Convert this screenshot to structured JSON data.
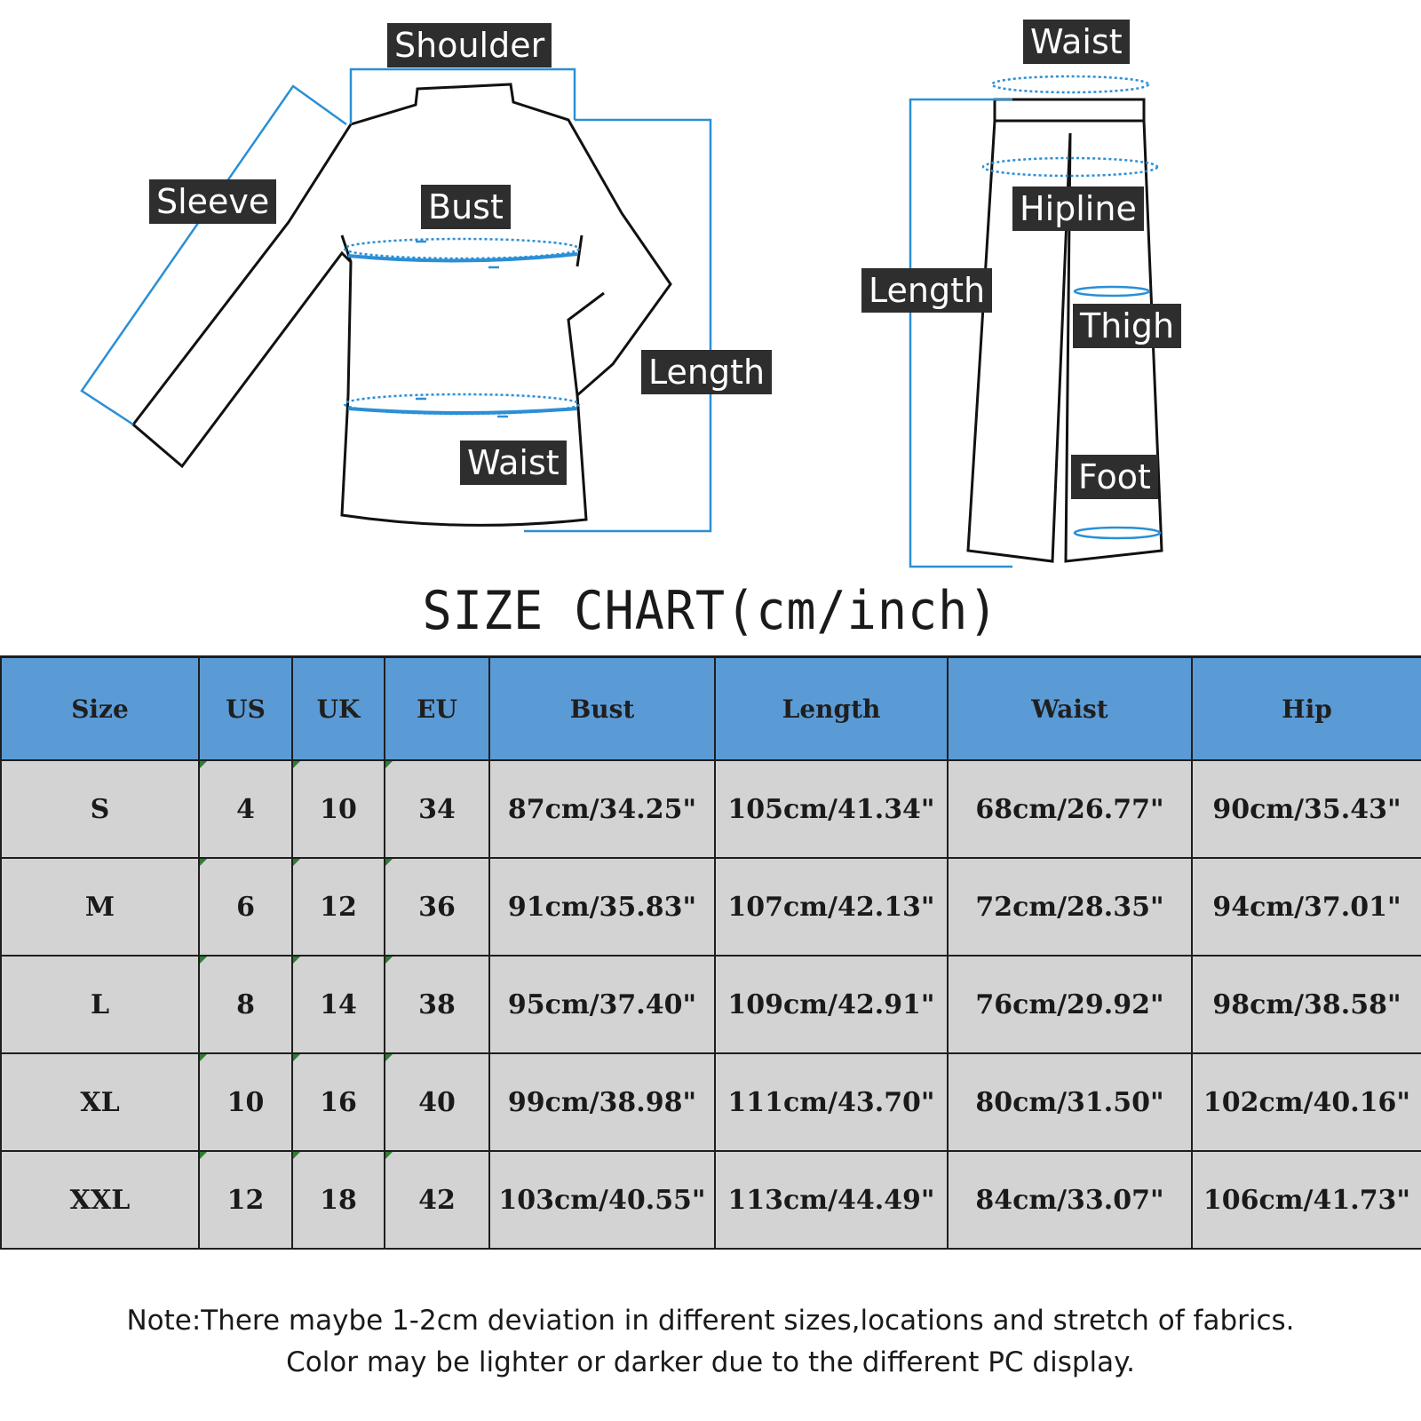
{
  "diagram": {
    "top_labels": {
      "shoulder": "Shoulder",
      "sleeve": "Sleeve",
      "bust": "Bust",
      "top_length": "Length",
      "top_waist": "Waist"
    },
    "pants_labels": {
      "waist": "Waist",
      "hipline": "Hipline",
      "length": "Length",
      "thigh": "Thigh",
      "foot": "Foot"
    },
    "colors": {
      "measure_line": "#2a8fd6",
      "label_bg": "#2e2e2e",
      "outline": "#111111"
    }
  },
  "title": "SIZE CHART(cm/inch)",
  "table": {
    "headers": [
      "Size",
      "US",
      "UK",
      "EU",
      "Bust",
      "Length",
      "Waist",
      "Hip"
    ],
    "rows": [
      [
        "S",
        "4",
        "10",
        "34",
        "87cm/34.25\"",
        "105cm/41.34\"",
        "68cm/26.77\"",
        "90cm/35.43\""
      ],
      [
        "M",
        "6",
        "12",
        "36",
        "91cm/35.83\"",
        "107cm/42.13\"",
        "72cm/28.35\"",
        "94cm/37.01\""
      ],
      [
        "L",
        "8",
        "14",
        "38",
        "95cm/37.40\"",
        "109cm/42.91\"",
        "76cm/29.92\"",
        "98cm/38.58\""
      ],
      [
        "XL",
        "10",
        "16",
        "40",
        "99cm/38.98\"",
        "111cm/43.70\"",
        "80cm/31.50\"",
        "102cm/40.16\""
      ],
      [
        "XXL",
        "12",
        "18",
        "42",
        "103cm/40.55\"",
        "113cm/44.49\"",
        "84cm/33.07\"",
        "106cm/41.73\""
      ]
    ],
    "colors": {
      "header_bg": "#5b9bd5",
      "cell_bg": "#d3d3d3"
    }
  },
  "note": {
    "line1": "Note:There maybe 1-2cm deviation in different sizes,locations and stretch of fabrics.",
    "line2": "Color may be lighter or darker due to the different PC display."
  }
}
